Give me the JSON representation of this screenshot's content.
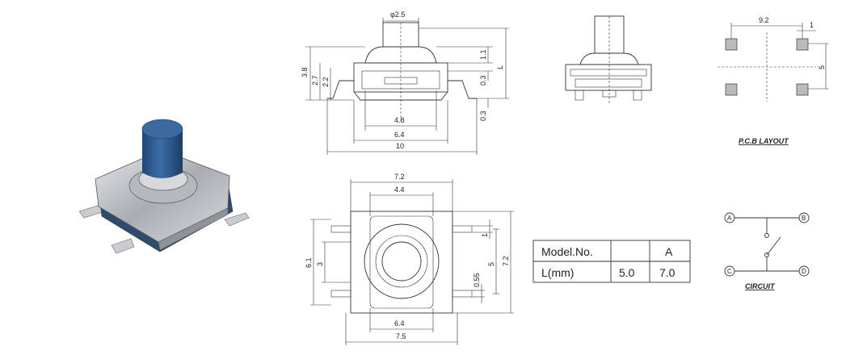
{
  "top_view_dims": {
    "d_phi": "φ2.5",
    "d_38": "3.8",
    "d_27": "2.7",
    "d_22": "2.2",
    "d_11": "1.1",
    "d_03a": "0.3",
    "d_03b": "0.3",
    "d_L": "L",
    "d_48": "4.8",
    "d_64": "6.4",
    "d_10": "10"
  },
  "plan_view_dims": {
    "d_72top": "7.2",
    "d_44": "4.4",
    "d_61": "6.1",
    "d_3": "3",
    "d_1": "1",
    "d_5": "5",
    "d_72r": "7.2",
    "d_055": "0.55",
    "d_64b": "6.4",
    "d_75": "7.5"
  },
  "pcb_layout": {
    "d_92": "9.2",
    "d_1": "1",
    "d_5": "5",
    "label": "P.C.B LAYOUT"
  },
  "circuit": {
    "label": "CIRCUIT",
    "pins": [
      "A",
      "B",
      "C",
      "D"
    ]
  },
  "spec_table": {
    "header": [
      "Model.No.",
      "",
      "A"
    ],
    "row": [
      "L(mm)",
      "5.0",
      "7.0"
    ]
  },
  "colors": {
    "cap": "#2f5f93",
    "metal": "#b9bdc2",
    "body": "#3a5a7a"
  }
}
